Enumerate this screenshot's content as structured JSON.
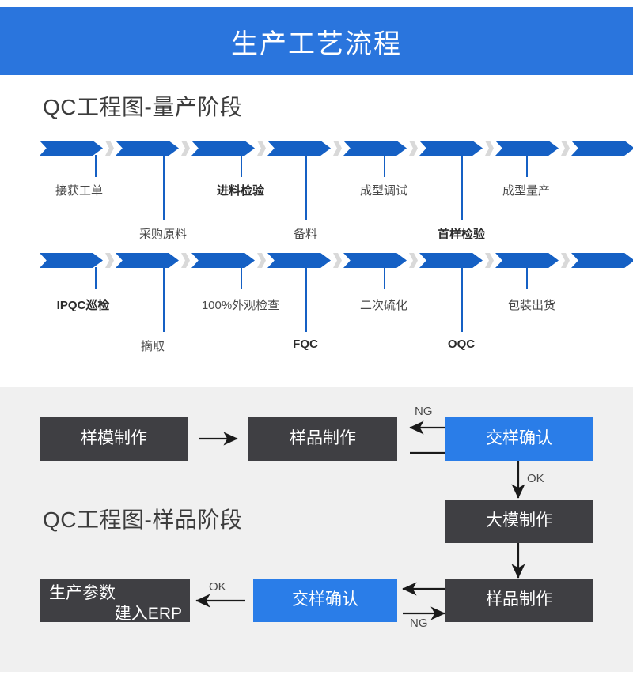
{
  "banner": {
    "title": "生产工艺流程",
    "bg_color": "#2a75dd",
    "text_color": "#ffffff"
  },
  "section_mass": {
    "title": "QC工程图-量产阶段",
    "row1": {
      "above_labels": [
        {
          "text": "接获工单",
          "bold": false
        },
        {
          "text": "进料检验",
          "bold": true
        },
        {
          "text": "成型调试",
          "bold": false
        },
        {
          "text": "成型量产",
          "bold": false
        }
      ],
      "below_labels": [
        {
          "text": "采购原料",
          "bold": false
        },
        {
          "text": "备料",
          "bold": false
        },
        {
          "text": "首样检验",
          "bold": true
        }
      ]
    },
    "row2": {
      "above_labels": [
        {
          "text": "IPQC巡检",
          "bold": true
        },
        {
          "text": "100%外观检查",
          "bold": false
        },
        {
          "text": "二次硫化",
          "bold": false
        },
        {
          "text": "包装出货",
          "bold": false
        }
      ],
      "below_labels": [
        {
          "text": "摘取",
          "bold": false
        },
        {
          "text": "FQC",
          "bold": true
        },
        {
          "text": "OQC",
          "bold": true
        }
      ]
    },
    "arrow_color": "#1560c4",
    "separator_color": "#d9d9d9"
  },
  "section_sample": {
    "title": "QC工程图-样品阶段",
    "bg_color": "#f0f0f0",
    "dark_color": "#3f3f43",
    "blue_color": "#2a7de8",
    "boxes": [
      {
        "id": "sample-mold",
        "label": "样模制作",
        "style": "dark"
      },
      {
        "id": "sample-make-top",
        "label": "样品制作",
        "style": "dark"
      },
      {
        "id": "sample-confirm-top",
        "label": "交样确认",
        "style": "blue"
      },
      {
        "id": "big-mold",
        "label": "大模制作",
        "style": "dark"
      },
      {
        "id": "sample-make-bottom",
        "label": "样品制作",
        "style": "dark"
      },
      {
        "id": "sample-confirm-bottom",
        "label": "交样确认",
        "style": "blue"
      },
      {
        "id": "erp",
        "label_line1": "生产参数",
        "label_line2": "建入ERP",
        "style": "dark"
      }
    ],
    "edge_labels": {
      "ng_top": "NG",
      "ok_top": "OK",
      "ng_bottom": "NG",
      "ok_bottom": "OK"
    }
  }
}
